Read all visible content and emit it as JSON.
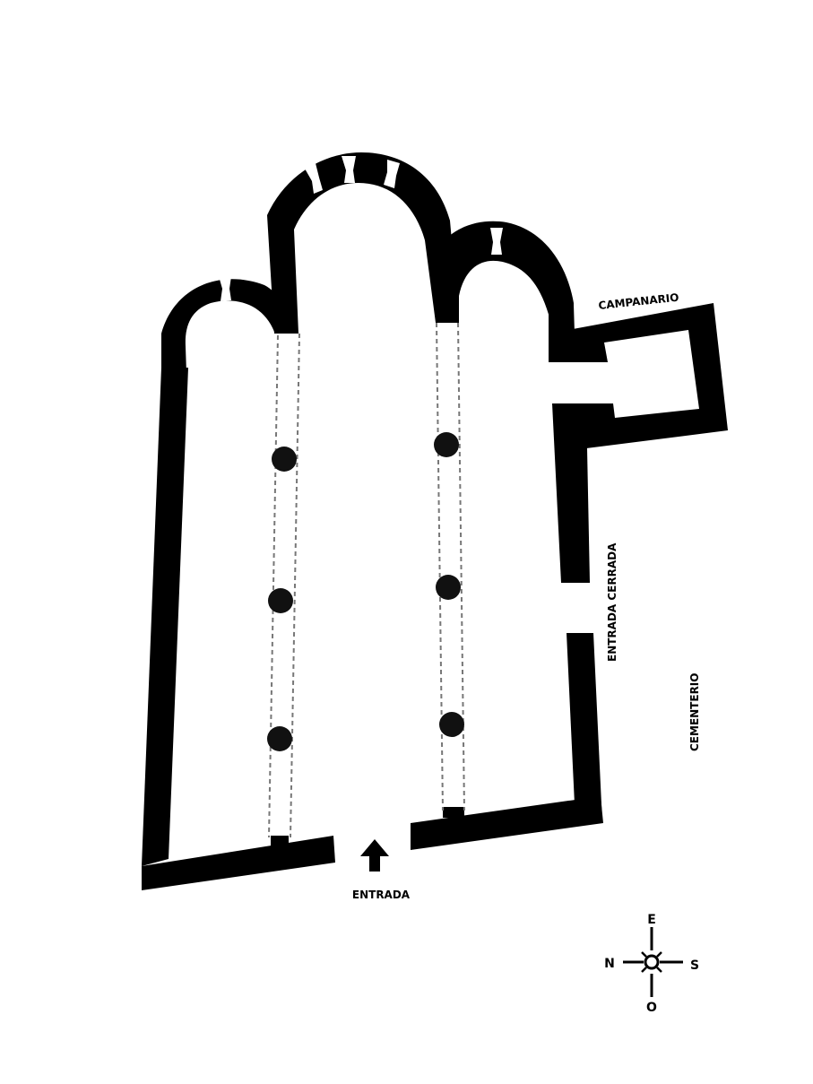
{
  "labels": {
    "campanario": "CAMPANARIO",
    "entrada_cerrada": "ENTRADA CERRADA",
    "cementerio": "CEMENTERIO",
    "entrada": "ENTRADA"
  },
  "compass": {
    "east": "E",
    "north": "N",
    "south": "S",
    "west": "O"
  },
  "colors": {
    "wall": "#000000",
    "background": "#ffffff",
    "arcade_dash": "#777777"
  }
}
